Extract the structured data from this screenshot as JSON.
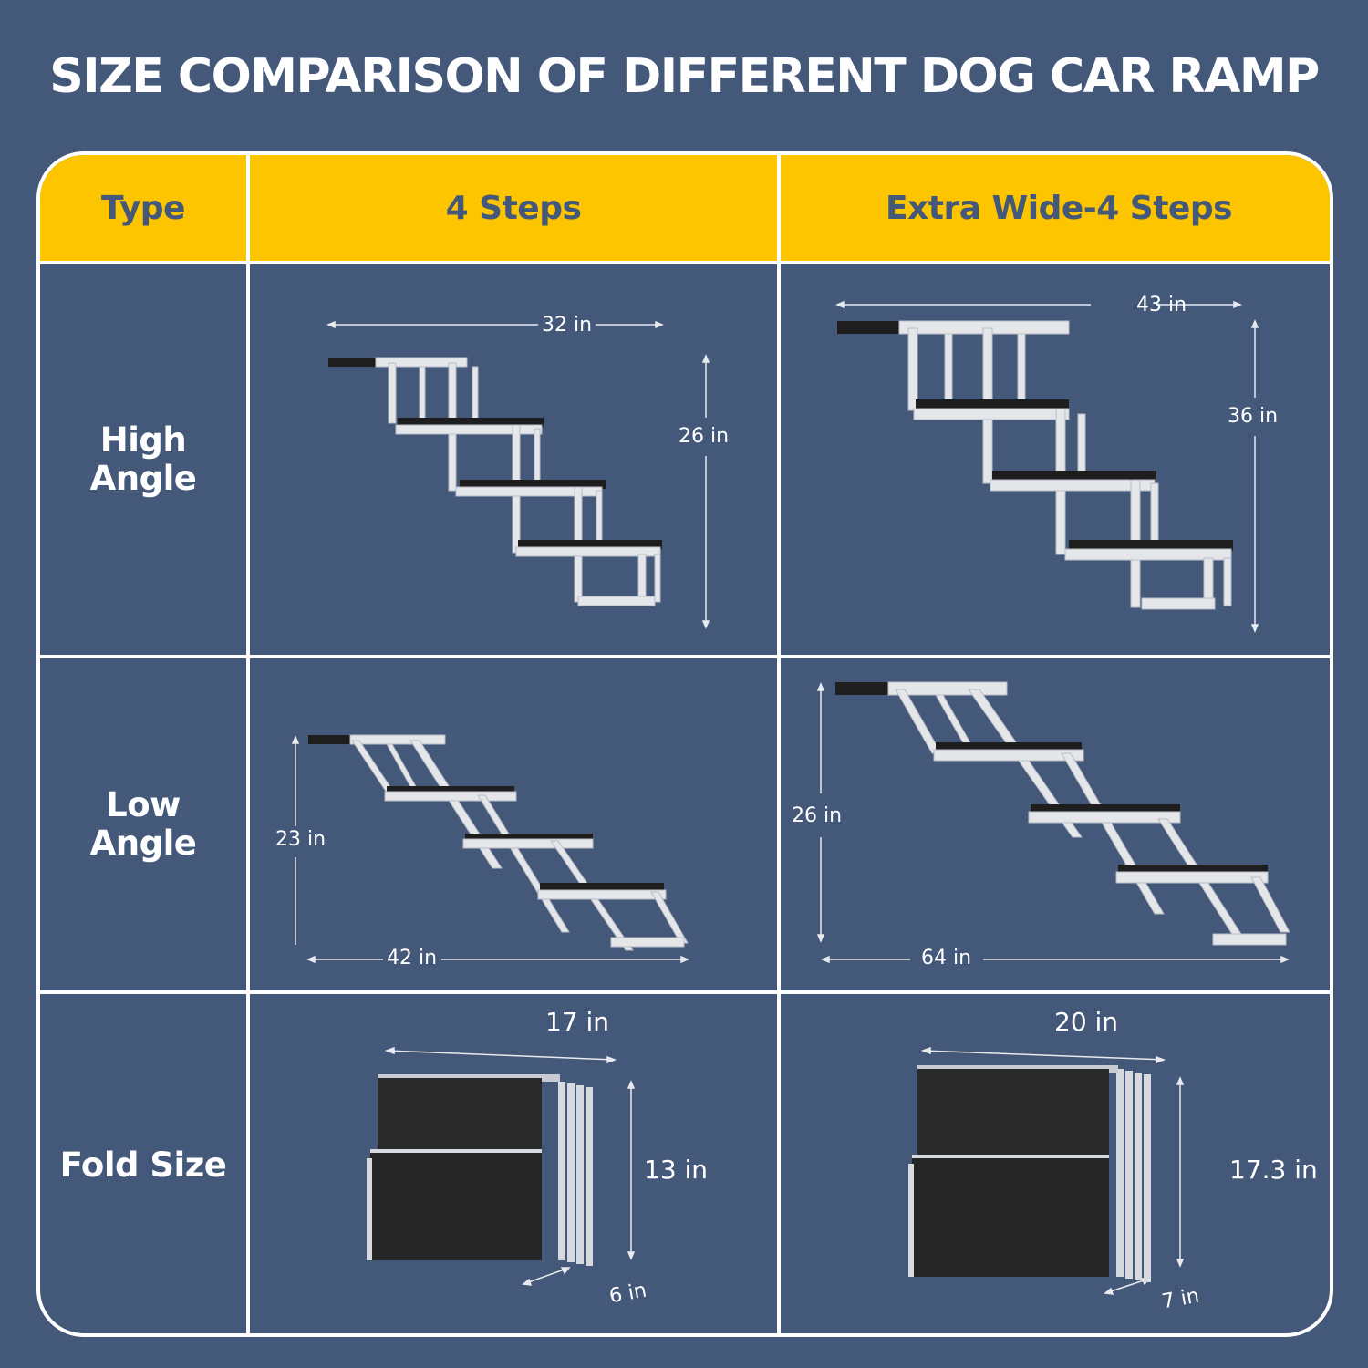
{
  "title": "SIZE COMPARISON OF DIFFERENT DOG CAR RAMP",
  "colors": {
    "background": "#44587a",
    "header": "#fdc400",
    "header_text": "#44587a",
    "border": "#ffffff",
    "tread": "#1e1e1e",
    "frame": "#e6e8ec"
  },
  "table": {
    "headers": [
      "Type",
      "4 Steps",
      "Extra Wide-4 Steps"
    ],
    "rows": [
      {
        "label": "High Angle",
        "label_lines": [
          "High",
          "Angle"
        ],
        "four_steps": {
          "width": "32 in",
          "height": "26 in"
        },
        "extra_wide": {
          "width": "43 in",
          "height": "36 in"
        }
      },
      {
        "label": "Low Angle",
        "label_lines": [
          "Low",
          "Angle"
        ],
        "four_steps": {
          "height": "23 in",
          "length": "42 in"
        },
        "extra_wide": {
          "height": "26 in",
          "length": "64 in"
        }
      },
      {
        "label": "Fold Size",
        "label_lines": [
          "Fold Size"
        ],
        "four_steps": {
          "width": "17 in",
          "height": "13 in",
          "depth": "6 in"
        },
        "extra_wide": {
          "width": "20 in",
          "height": "17.3 in",
          "depth": "7 in"
        }
      }
    ]
  }
}
